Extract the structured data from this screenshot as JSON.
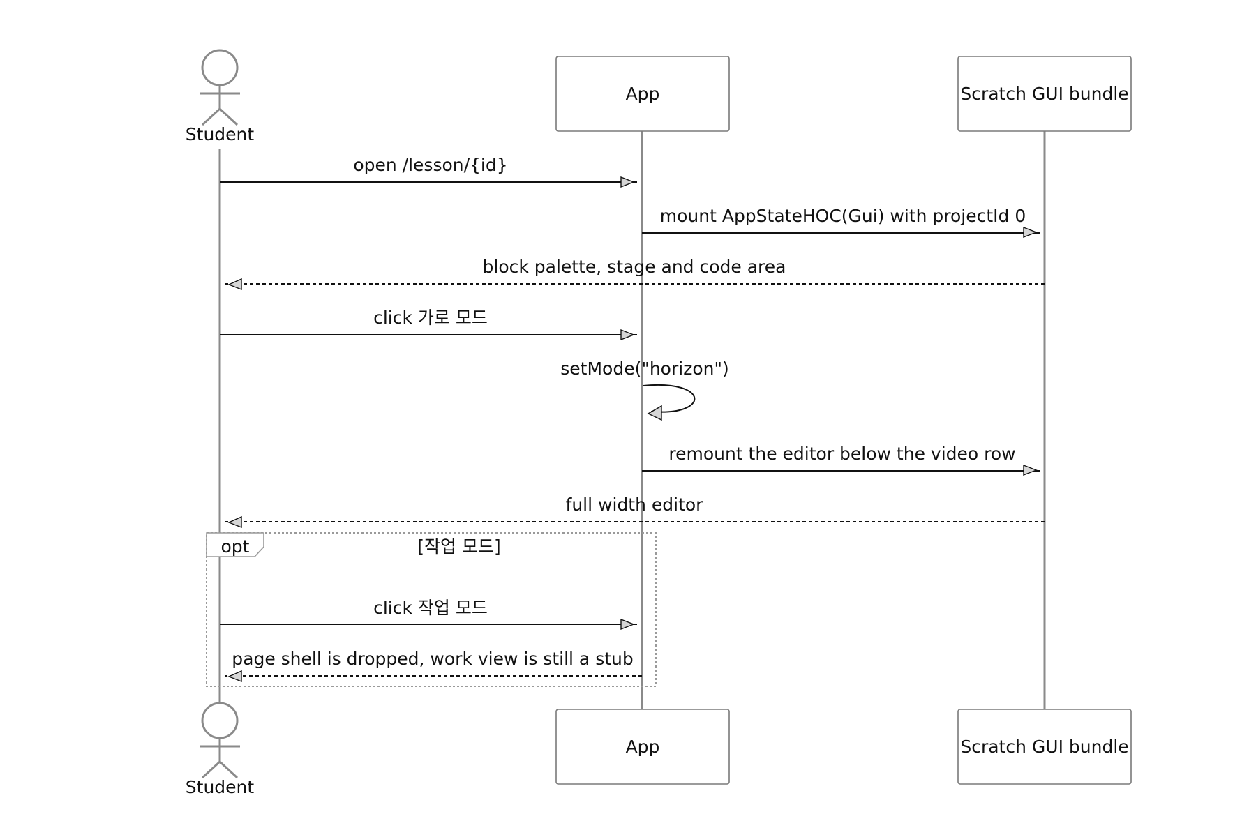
{
  "participants": [
    {
      "id": "student",
      "label": "Student",
      "kind": "actor"
    },
    {
      "id": "app",
      "label": "App",
      "kind": "box"
    },
    {
      "id": "scratch",
      "label": "Scratch GUI bundle",
      "kind": "box"
    }
  ],
  "messages": [
    {
      "from": "student",
      "to": "app",
      "label": "open /lesson/{id}",
      "style": "solid"
    },
    {
      "from": "app",
      "to": "scratch",
      "label": "mount AppStateHOC(Gui) with projectId 0",
      "style": "solid"
    },
    {
      "from": "scratch",
      "to": "student",
      "label": "block palette, stage and code area",
      "style": "dashed"
    },
    {
      "from": "student",
      "to": "app",
      "label": "click 가로 모드",
      "style": "solid"
    },
    {
      "from": "app",
      "to": "app",
      "label": "setMode(\"horizon\")",
      "style": "self"
    },
    {
      "from": "app",
      "to": "scratch",
      "label": "remount the editor below the video row",
      "style": "solid"
    },
    {
      "from": "scratch",
      "to": "student",
      "label": "full width editor",
      "style": "dashed"
    },
    {
      "from": "student",
      "to": "app",
      "label": "click 작업 모드",
      "style": "solid"
    },
    {
      "from": "app",
      "to": "student",
      "label": "page shell is dropped, work view is still a stub",
      "style": "dashed"
    }
  ],
  "opt_frame": {
    "keyword": "opt",
    "condition": "[작업 모드]"
  },
  "colors": {
    "lifeline": "#8a8a8a",
    "box_border": "#7a7a7a",
    "text": "#111111",
    "arrowhead_fill": "#d6d6d6",
    "background": "#ffffff"
  }
}
